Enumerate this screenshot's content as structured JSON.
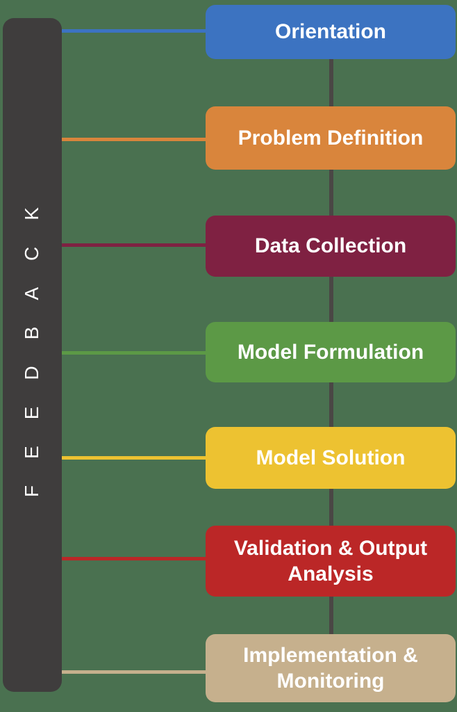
{
  "background_color": "#4A7150",
  "feedback_bar": {
    "label": "FEEDBACK",
    "color": "#3F3D3D",
    "text_color": "#FFFFFF"
  },
  "flow_connector": {
    "color": "#4A4745"
  },
  "stages": [
    {
      "label": "Orientation",
      "color": "#3C73C1"
    },
    {
      "label": "Problem Definition",
      "color": "#D9853C"
    },
    {
      "label": "Data Collection",
      "color": "#7F2142"
    },
    {
      "label": "Model Formulation",
      "color": "#5C9946"
    },
    {
      "label": "Model Solution",
      "color": "#EDC231"
    },
    {
      "label": "Validation & Output Analysis",
      "color": "#BB2727"
    },
    {
      "label": "Implementation & Monitoring",
      "color": "#C6B08D"
    }
  ]
}
